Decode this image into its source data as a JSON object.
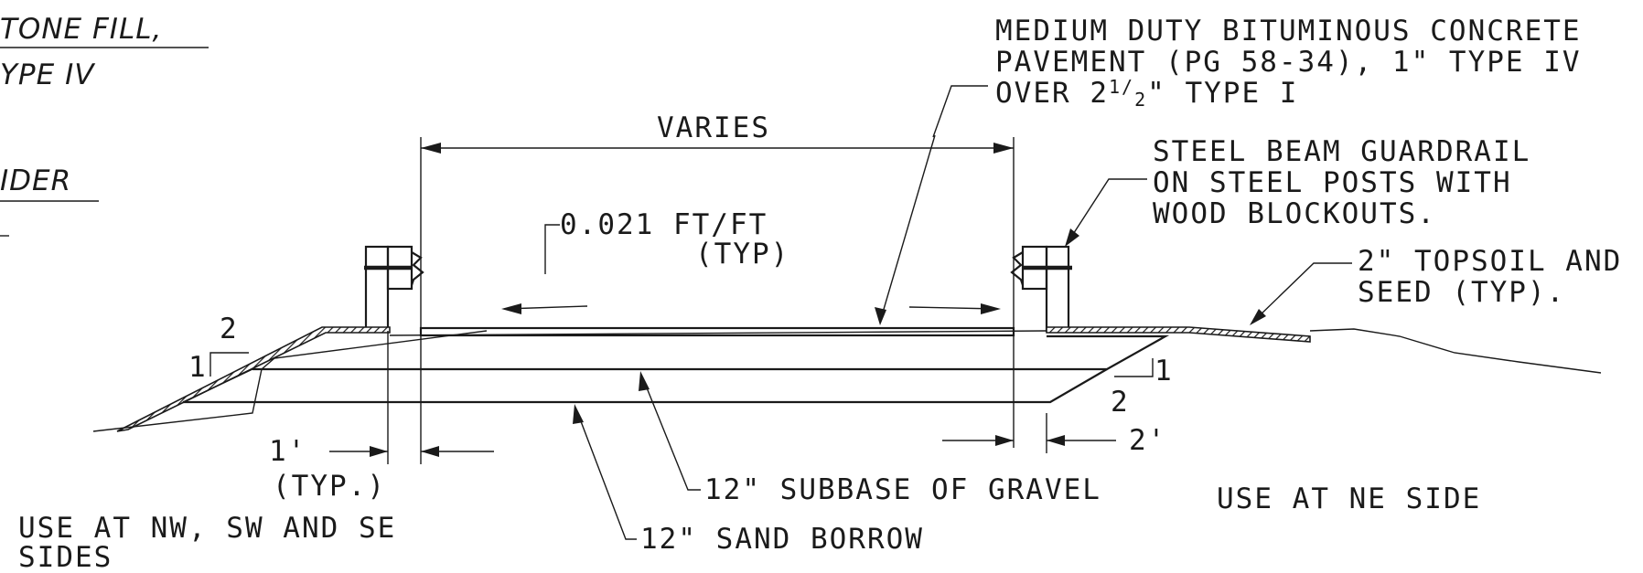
{
  "labels": {
    "stone_fill": "TONE FILL,",
    "type_iv_left": "YPE IV",
    "shoulder": "IDER",
    "pavement_line1": "MEDIUM DUTY BITUMINOUS CONCRETE",
    "pavement_line2": "PAVEMENT (PG 58-34), 1\" TYPE IV",
    "pavement_line3_pre": "OVER 2",
    "pavement_line3_frac_num": "1",
    "pavement_line3_frac_den": "2",
    "pavement_line3_post": "\" TYPE I",
    "varies": "VARIES",
    "guardrail_line1": "STEEL BEAM GUARDRAIL",
    "guardrail_line2": "ON STEEL POSTS WITH",
    "guardrail_line3": "WOOD BLOCKOUTS.",
    "slope_line1": "0.021 FT/FT",
    "slope_line2": "(TYP)",
    "topsoil_line1": "2\" TOPSOIL AND",
    "topsoil_line2": "SEED (TYP).",
    "slope_left_h": "2",
    "slope_left_v": "1",
    "slope_right_v": "1",
    "slope_right_h": "2",
    "offset_left": "1'",
    "offset_left_typ": "(TYP.)",
    "offset_right": "2'",
    "subbase": "12\" SUBBASE OF GRAVEL",
    "sand_borrow": "12\" SAND BORROW",
    "use_left_line1": "USE AT NW, SW AND SE",
    "use_left_line2": "SIDES",
    "use_right": "USE AT NE SIDE"
  }
}
